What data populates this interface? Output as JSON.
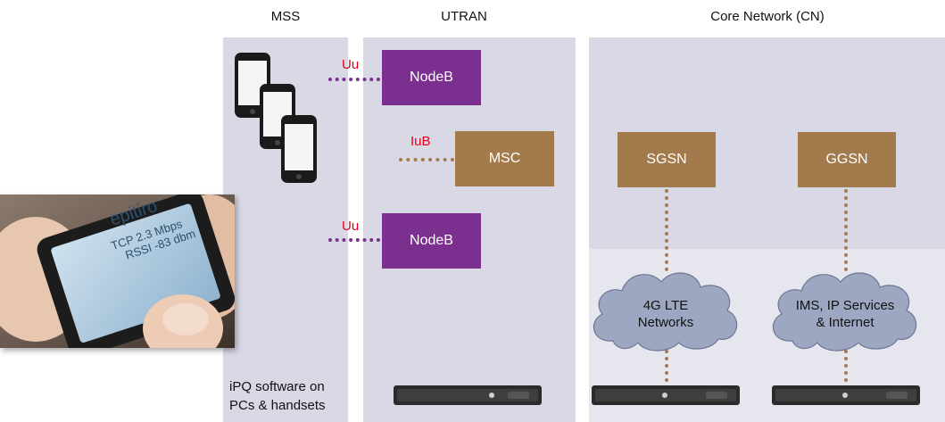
{
  "headers": {
    "mss": "MSS",
    "utran": "UTRAN",
    "cn": "Core Network (CN)"
  },
  "nodes": {
    "nodeb_top": "NodeB",
    "msc": "MSC",
    "nodeb_bottom": "NodeB",
    "sgsn": "SGSN",
    "ggsn": "GGSN"
  },
  "links": {
    "uu_top": "Uu",
    "iub": "IuB",
    "uu_bottom": "Uu"
  },
  "clouds": {
    "lte_line1": "4G LTE",
    "lte_line2": "Networks",
    "ims_line1": "IMS, IP Services",
    "ims_line2": "& Internet"
  },
  "caption": {
    "line1": "iPQ software on",
    "line2": "PCs & handsets"
  },
  "photo": {
    "brand": "epitiro",
    "line1": "TCP 2.3 Mbps",
    "line2": "RSSI -83 dbm"
  },
  "colors": {
    "panel": "#d9d9e6",
    "node_purple": "#7b2f8e",
    "node_brown": "#a37a4c",
    "link_label": "#e2001a"
  }
}
